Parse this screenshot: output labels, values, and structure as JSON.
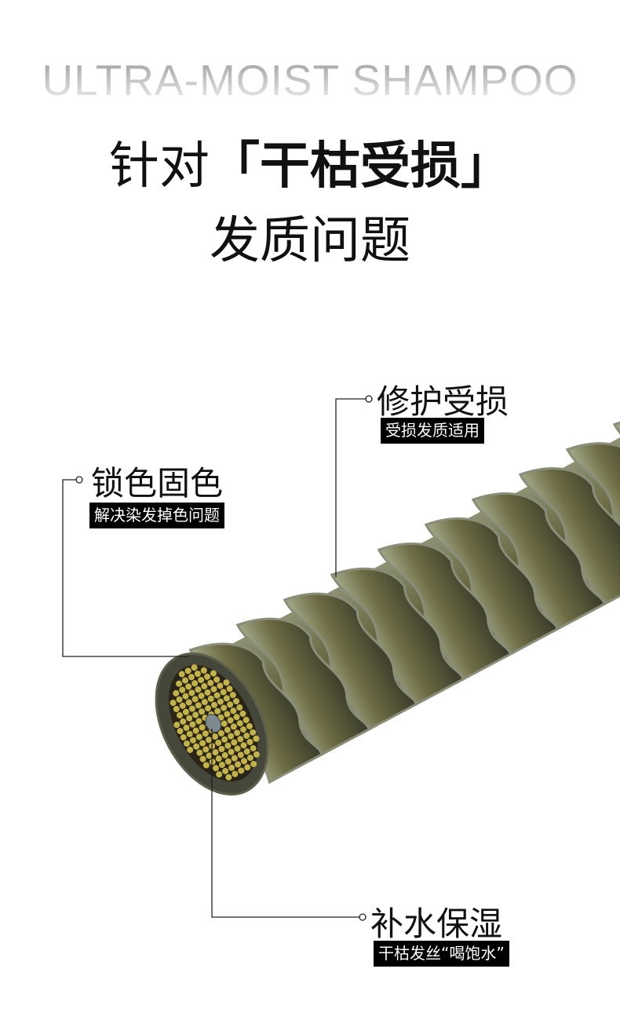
{
  "header": {
    "english_title": "ULTRA-MOIST SHAMPOO",
    "headline_prefix": "针对",
    "headline_bold": "「干枯受损」",
    "headline_line2": "发质问题"
  },
  "callouts": [
    {
      "title": "锁色固色",
      "subtitle": "解决染发掉色问题"
    },
    {
      "title": "修护受损",
      "subtitle": "受损发质适用"
    },
    {
      "title": "补水保湿",
      "subtitle": "干枯发丝“喝饱水”"
    }
  ],
  "colors": {
    "hair_outer": "#5f6340",
    "hair_light": "#9aa07e",
    "cortex": "#c2b24a",
    "text": "#111111",
    "tag_bg": "#000000"
  }
}
